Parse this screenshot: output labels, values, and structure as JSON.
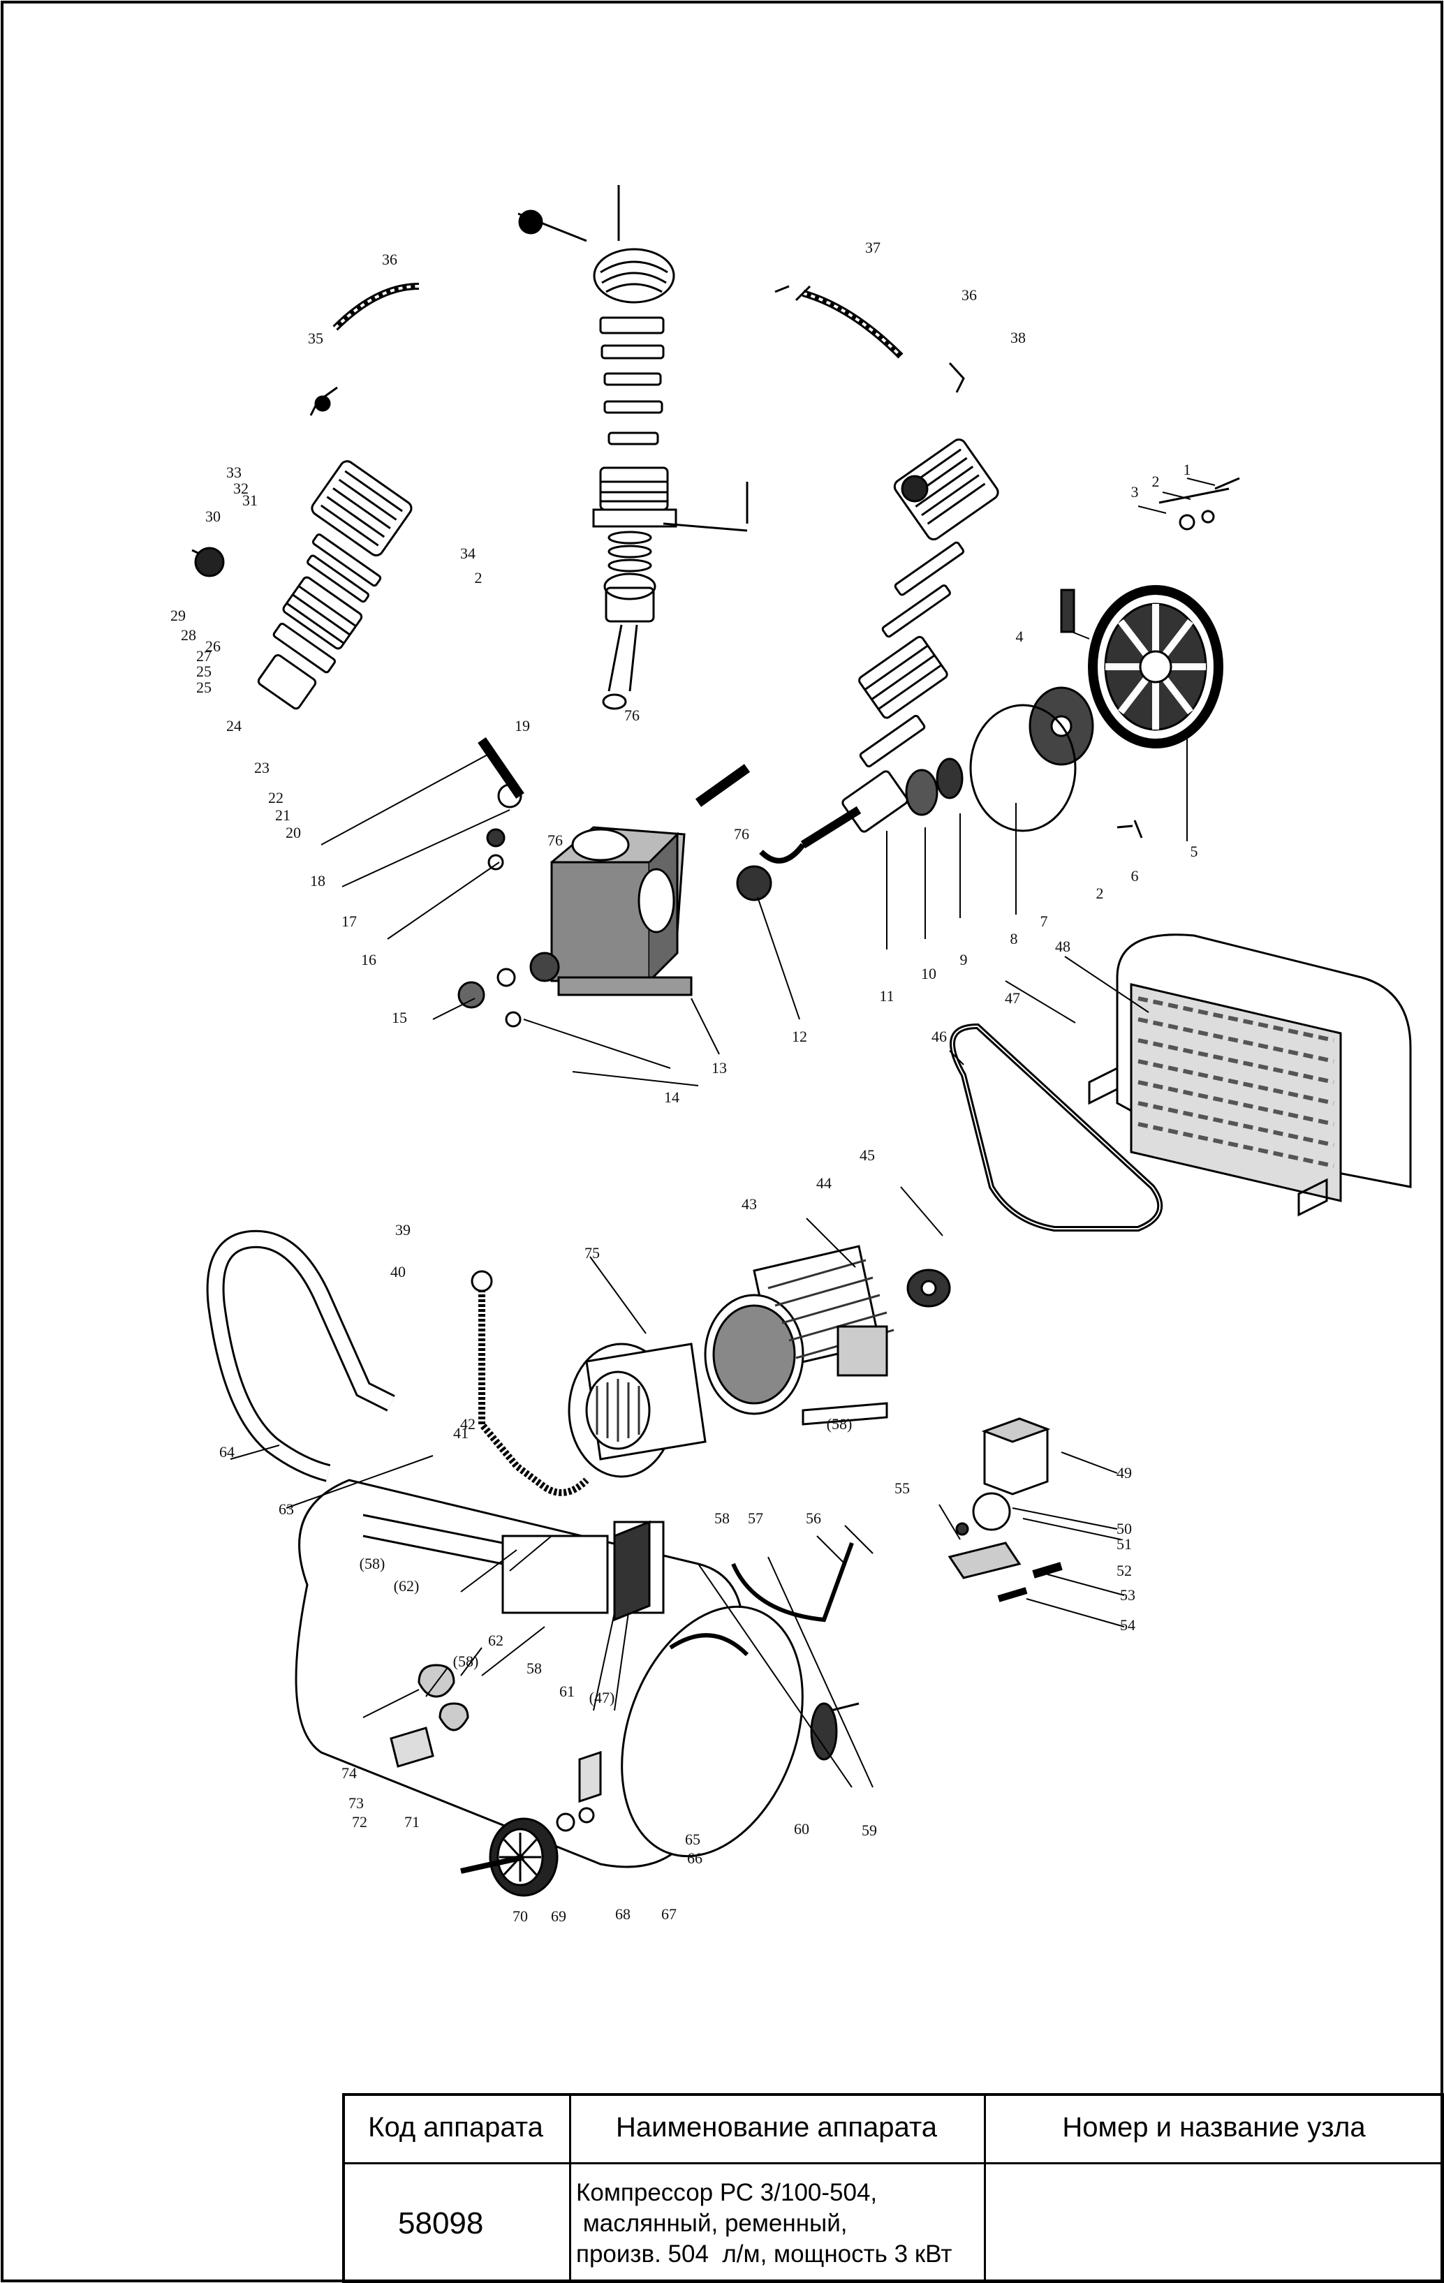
{
  "part_labels": [
    {
      "t": "1"
    },
    {
      "t": "2"
    },
    {
      "t": "3"
    },
    {
      "t": "4"
    },
    {
      "t": "2"
    },
    {
      "t": "6"
    },
    {
      "t": "5"
    },
    {
      "t": "7"
    },
    {
      "t": "8"
    },
    {
      "t": "9"
    },
    {
      "t": "10"
    },
    {
      "t": "11"
    },
    {
      "t": "12"
    },
    {
      "t": "13"
    },
    {
      "t": "14"
    },
    {
      "t": "15"
    },
    {
      "t": "16"
    },
    {
      "t": "17"
    },
    {
      "t": "18"
    },
    {
      "t": "19"
    },
    {
      "t": "20"
    },
    {
      "t": "21"
    },
    {
      "t": "22"
    },
    {
      "t": "23"
    },
    {
      "t": "24"
    },
    {
      "t": "25"
    },
    {
      "t": "25"
    },
    {
      "t": "26"
    },
    {
      "t": "27"
    },
    {
      "t": "28"
    },
    {
      "t": "29"
    },
    {
      "t": "30"
    },
    {
      "t": "31"
    },
    {
      "t": "32"
    },
    {
      "t": "33"
    },
    {
      "t": "34"
    },
    {
      "t": "2"
    },
    {
      "t": "35"
    },
    {
      "t": "36"
    },
    {
      "t": "36"
    },
    {
      "t": "37"
    },
    {
      "t": "38"
    },
    {
      "t": "76"
    },
    {
      "t": "76"
    },
    {
      "t": "76"
    },
    {
      "t": "39"
    },
    {
      "t": "40"
    },
    {
      "t": "41"
    },
    {
      "t": "42"
    },
    {
      "t": "43"
    },
    {
      "t": "44"
    },
    {
      "t": "45"
    },
    {
      "t": "46"
    },
    {
      "t": "47"
    },
    {
      "t": "48"
    },
    {
      "t": "49"
    },
    {
      "t": "50"
    },
    {
      "t": "51"
    },
    {
      "t": "52"
    },
    {
      "t": "53"
    },
    {
      "t": "54"
    },
    {
      "t": "55"
    },
    {
      "t": "56"
    },
    {
      "t": "57"
    },
    {
      "t": "58"
    },
    {
      "t": "(58)"
    },
    {
      "t": "(58)"
    },
    {
      "t": "(58)"
    },
    {
      "t": "58"
    },
    {
      "t": "59"
    },
    {
      "t": "60"
    },
    {
      "t": "61"
    },
    {
      "t": "(47)"
    },
    {
      "t": "62"
    },
    {
      "t": "(62)"
    },
    {
      "t": "63"
    },
    {
      "t": "64"
    },
    {
      "t": "65"
    },
    {
      "t": "66"
    },
    {
      "t": "67"
    },
    {
      "t": "68"
    },
    {
      "t": "69"
    },
    {
      "t": "70"
    },
    {
      "t": "71"
    },
    {
      "t": "72"
    },
    {
      "t": "73"
    },
    {
      "t": "74"
    },
    {
      "t": "75"
    }
  ],
  "title_block": {
    "col1_header": "Код аппарата",
    "col2_header": "Наименование аппарата",
    "col3_header": "Номер и название узла",
    "code": "58098",
    "description_lines": [
      "Компрессор РС 3/100-504,",
      " маслянный, ременный,",
      "произв. 504  л/м, мощность 3 кВт"
    ],
    "node": ""
  }
}
